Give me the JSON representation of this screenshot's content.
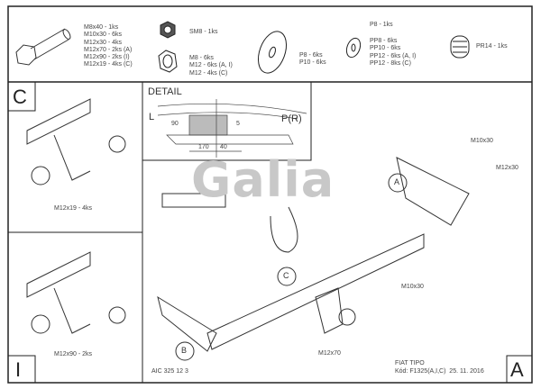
{
  "parts": {
    "bolt": [
      "M8x40 - 1ks",
      "M10x30 - 6ks",
      "M12x30 - 4ks",
      "M12x70 - 2ks (A)",
      "M12x90 - 2ks (I)",
      "M12x19 - 4ks (C)"
    ],
    "selflock_nut": "SM8 - 1ks",
    "nut": [
      "M8 - 6ks",
      "M12 - 6ks (A, I)",
      "M12 - 4ks (C)"
    ],
    "washer": [
      "P8 - 6ks",
      "P10 - 6ks"
    ],
    "spring_washer_top": "P8 - 1ks",
    "spring_washer": [
      "PP8 - 6ks",
      "PP10 - 6ks",
      "PP12 - 6ks (A, I)",
      "PP12 - 8ks (C)"
    ],
    "spring": "PR14 - 1ks"
  },
  "panels": {
    "c_label": "C",
    "c_bolt": "M12x19 - 4ks",
    "i_label": "I",
    "i_bolt": "M12x90 - 2ks",
    "a_label": "A"
  },
  "detail": {
    "title": "DETAIL",
    "l": "L",
    "pr": "P(R)",
    "dim_90": "90",
    "dim_5": "5",
    "dim_170": "170",
    "dim_40": "40"
  },
  "main": {
    "callout_a": "A",
    "callout_b": "B",
    "callout_c": "C",
    "m10x30_top": "M10x30",
    "m12x30": "M12x30",
    "m10x30_bottom": "M10x30",
    "m12x70": "M12x70"
  },
  "logo": "Galia",
  "footer": {
    "code": "AIC 325 12 3",
    "vehicle": "FIAT TIPO",
    "kod": "Kód: F1325(A,I,C)  25. 11. 2016"
  }
}
